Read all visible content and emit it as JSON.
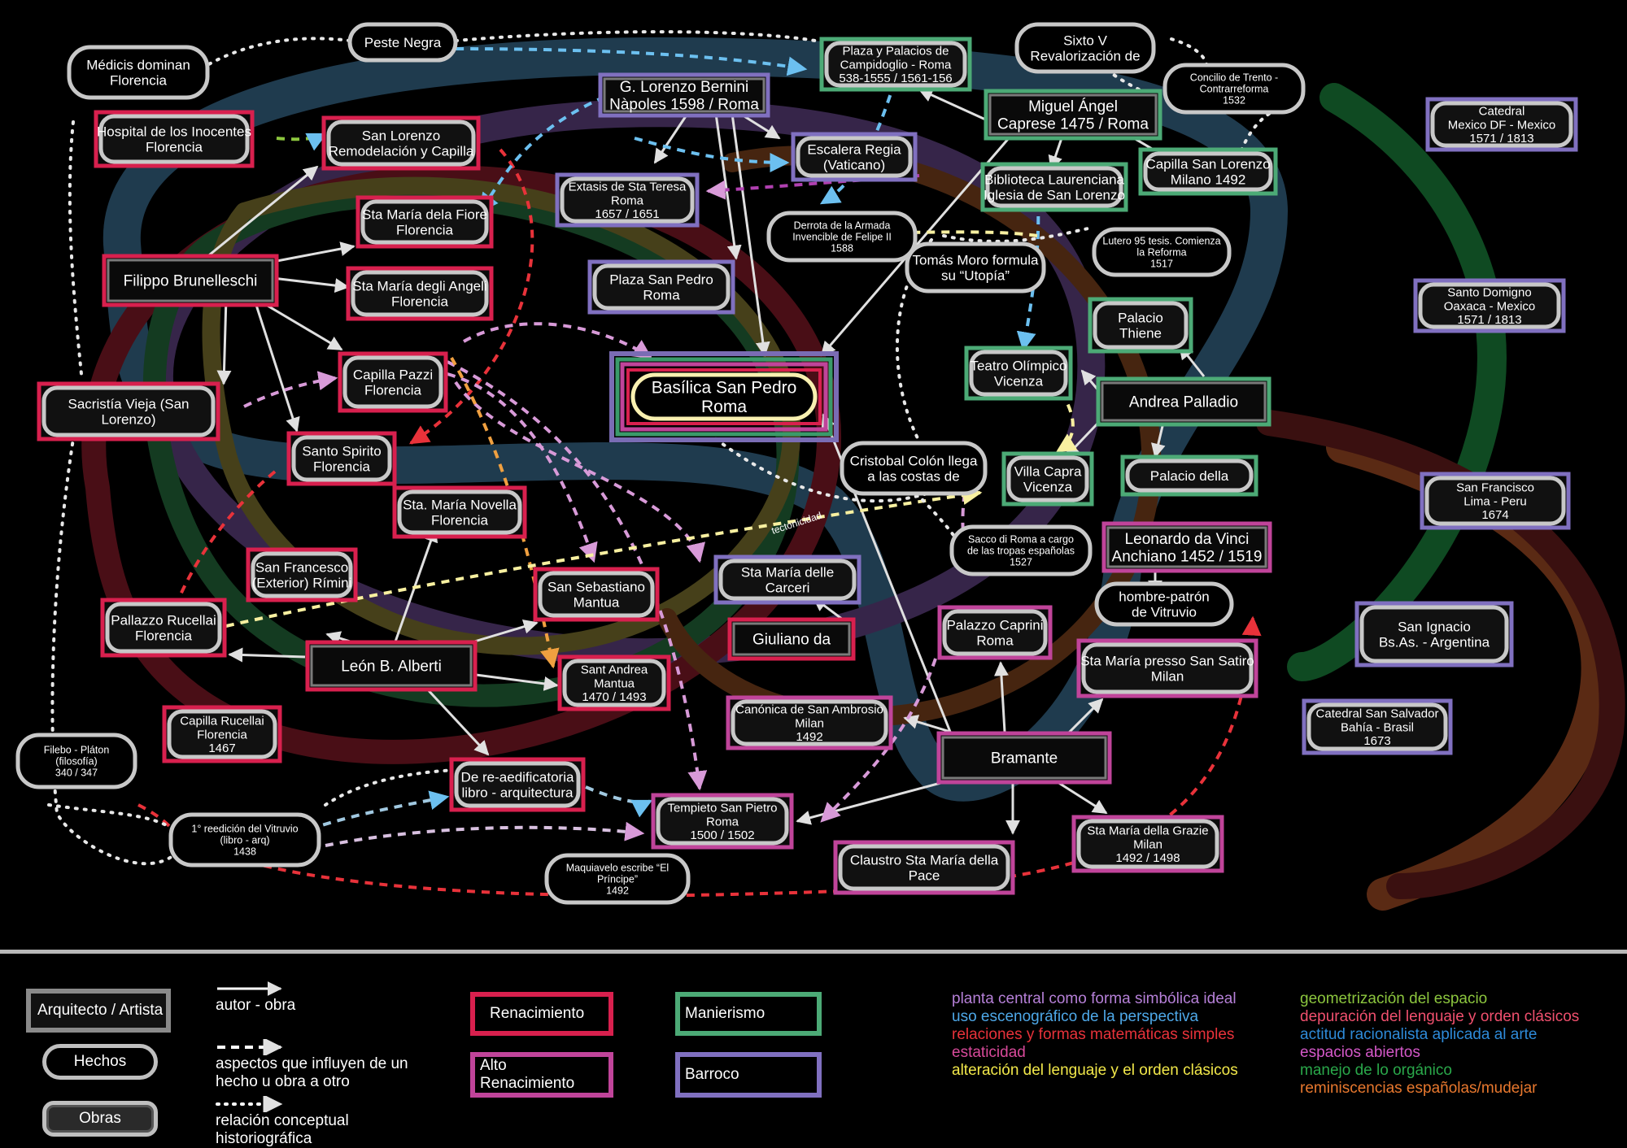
{
  "nodes": [
    {
      "id": "medicis",
      "label": "Médicis dominan\nFlorencia",
      "kind": "hecho"
    },
    {
      "id": "peste",
      "label": "Peste Negra",
      "kind": "hecho"
    },
    {
      "id": "plaza_palacios",
      "label": "Plaza y Palacios de\nCampidoglio - Roma\n538-1555 / 1561-156",
      "kind": "obra"
    },
    {
      "id": "sixto",
      "label": "Sixto V\nRevalorización de",
      "kind": "hecho"
    },
    {
      "id": "concilio",
      "label": "Concilio de Trento -\nContrarreforma\n1532",
      "kind": "hecho"
    },
    {
      "id": "hospital",
      "label": "Hospital de los Inocentes\nFlorencia",
      "kind": "obra"
    },
    {
      "id": "san_lorenzo",
      "label": "San Lorenzo\nRemodelación y Capilla",
      "kind": "obra"
    },
    {
      "id": "bernini",
      "label": "G. Lorenzo Bernini\nNàpoles 1598  /  Roma",
      "kind": "arquitecto"
    },
    {
      "id": "miguel",
      "label": "Miguel Ángel\nCaprese 1475  /  Roma",
      "kind": "arquitecto"
    },
    {
      "id": "escalera",
      "label": "Escalera Regia\n(Vaticano)",
      "kind": "obra"
    },
    {
      "id": "catedral_mx",
      "label": "Catedral\nMexico DF - Mexico\n1571 / 1813",
      "kind": "obra"
    },
    {
      "id": "capilla_sl",
      "label": "Capilla San Lorenzo\nMilano 1492",
      "kind": "obra"
    },
    {
      "id": "extasis",
      "label": "Extasis de Sta Teresa\nRoma\n1657 / 1651",
      "kind": "obra"
    },
    {
      "id": "biblioteca",
      "label": "Biblioteca Laurenciana\nIglesia de San Lorenzo",
      "kind": "obra"
    },
    {
      "id": "sta_fiore",
      "label": "Sta María dela Fiore\nFlorencia",
      "kind": "obra"
    },
    {
      "id": "derrota",
      "label": "Derrota de la Armada\nInvencible de Felipe II\n1588",
      "kind": "hecho"
    },
    {
      "id": "lutero",
      "label": "Lutero 95 tesis. Comienza\nla Reforma\n1517",
      "kind": "hecho"
    },
    {
      "id": "brunelleschi",
      "label": "Filippo Brunelleschi",
      "kind": "arquitecto"
    },
    {
      "id": "sta_angeli",
      "label": "Sta María degli Angeli\nFlorencia",
      "kind": "obra"
    },
    {
      "id": "plaza_sp",
      "label": "Plaza San Pedro\nRoma",
      "kind": "obra"
    },
    {
      "id": "tomas",
      "label": "Tomás Moro formula\nsu “Utopía”",
      "kind": "hecho"
    },
    {
      "id": "santo_domingo",
      "label": "Santo Domigno\nOaxaca - Mexico\n1571 / 1813",
      "kind": "obra"
    },
    {
      "id": "palacio_thiene",
      "label": "Palacio\nThiene",
      "kind": "obra"
    },
    {
      "id": "sacristia",
      "label": "Sacristía Vieja (San\nLorenzo)",
      "kind": "obra"
    },
    {
      "id": "capilla_pazzi",
      "label": "Capilla Pazzi\nFlorencia",
      "kind": "obra"
    },
    {
      "id": "basilica",
      "label": "Basílica San Pedro\nRoma",
      "kind": "obra"
    },
    {
      "id": "teatro",
      "label": "Teatro Olímpico\nVicenza",
      "kind": "obra"
    },
    {
      "id": "palladio",
      "label": "Andrea Palladio",
      "kind": "arquitecto"
    },
    {
      "id": "santo_spirito",
      "label": "Santo Spirito\nFlorencia",
      "kind": "obra"
    },
    {
      "id": "cristobal",
      "label": "Cristobal Colón llega\na las costas de",
      "kind": "hecho"
    },
    {
      "id": "villa_capra",
      "label": "Villa Capra\nVicenza",
      "kind": "obra"
    },
    {
      "id": "palacio_della",
      "label": "Palacio della",
      "kind": "obra"
    },
    {
      "id": "san_francisco_lima",
      "label": "San Francisco\nLima - Peru\n1674",
      "kind": "obra"
    },
    {
      "id": "sta_novella",
      "label": "Sta. María Novella\nFlorencia",
      "kind": "obra"
    },
    {
      "id": "sacco",
      "label": "Sacco di Roma a cargo\nde las tropas españolas\n1527",
      "kind": "hecho"
    },
    {
      "id": "leonardo",
      "label": "Leonardo da Vinci\nAnchiano 1452  /  1519",
      "kind": "arquitecto"
    },
    {
      "id": "san_francesco",
      "label": "San Francesco\n(Exterior) Rímini",
      "kind": "obra"
    },
    {
      "id": "san_sebastiano",
      "label": "San Sebastiano\nMantua",
      "kind": "obra"
    },
    {
      "id": "sta_carceri",
      "label": "Sta María delle\nCarceri",
      "kind": "obra"
    },
    {
      "id": "hombre",
      "label": "hombre-patrón\nde Vitruvio",
      "kind": "hecho"
    },
    {
      "id": "pallazzo_rucellai",
      "label": "Pallazzo Rucellai\nFlorencia",
      "kind": "obra"
    },
    {
      "id": "giuliano",
      "label": "Giuliano da",
      "kind": "arquitecto"
    },
    {
      "id": "palazzo_caprini",
      "label": "Palazzo Caprini\nRoma",
      "kind": "obra"
    },
    {
      "id": "san_ignacio",
      "label": "San Ignacio\nBs.As. - Argentina",
      "kind": "obra"
    },
    {
      "id": "alberti",
      "label": "León B. Alberti",
      "kind": "arquitecto"
    },
    {
      "id": "sant_andrea",
      "label": "Sant  Andrea\nMantua\n1470 / 1493",
      "kind": "obra"
    },
    {
      "id": "sta_satiro",
      "label": "Sta María presso San Satiro\nMilan",
      "kind": "obra"
    },
    {
      "id": "capilla_rucellai",
      "label": "Capilla Rucellai\nFlorencia\n1467",
      "kind": "obra"
    },
    {
      "id": "canonica",
      "label": "Canónica de San Ambrosio\nMilan\n1492",
      "kind": "obra"
    },
    {
      "id": "catedral_salvador",
      "label": "Catedral San Salvador\nBahía - Brasil\n1673",
      "kind": "obra"
    },
    {
      "id": "filebo",
      "label": "Filebo - Pláton\n(filosofía)\n340 / 347",
      "kind": "hecho"
    },
    {
      "id": "bramante",
      "label": "Bramante",
      "kind": "arquitecto"
    },
    {
      "id": "reaedificatoria",
      "label": "De re-aedificatoria\nlibro - arquitectura",
      "kind": "obra"
    },
    {
      "id": "tempieto",
      "label": "Tempieto San Pietro\nRoma\n1500 / 1502",
      "kind": "obra"
    },
    {
      "id": "vitruvio",
      "label": "1° reedición del Vitruvio\n(libro - arq)\n1438",
      "kind": "hecho"
    },
    {
      "id": "claustro",
      "label": "Claustro Sta María della\nPace",
      "kind": "obra"
    },
    {
      "id": "sta_grazie",
      "label": "Sta María della Grazie\nMilan\n1492 / 1498",
      "kind": "obra"
    },
    {
      "id": "maquiavelo",
      "label": "Maquiavelo escribe “El\nPríncipe”\n1492",
      "kind": "hecho"
    }
  ],
  "annotations": {
    "tectonicidad": "tectonicidad"
  },
  "colors": {
    "renacimiento": "#d8204e",
    "alto": "#c0449a",
    "manierismo": "#4caa76",
    "barroco": "#8070c0",
    "node_border": "#c8c8c8"
  },
  "legend": {
    "shapes": {
      "arquitecto": "Arquitecto / Artista",
      "hechos": "Hechos",
      "obras": "Obras"
    },
    "lines": {
      "autor": "autor - obra",
      "aspectos": "aspectos que influyen de un\nhecho u obra a otro",
      "relacion": "relación conceptual\nhistoriográfica"
    },
    "periods": {
      "renacimiento": "Renacimiento",
      "alto": "Alto\nRenacimiento",
      "manierismo": "Manierismo",
      "barroco": "Barroco"
    },
    "categories_left": [
      {
        "label": "planta central como forma simbólica ideal",
        "color": "#b680d8"
      },
      {
        "label": "uso escenográfico de la perspectiva",
        "color": "#4ea8e8"
      },
      {
        "label": "relaciones y formas matemáticas simples",
        "color": "#e8323a"
      },
      {
        "label": "estaticidad",
        "color": "#d84a9a"
      },
      {
        "label": "alteración del lenguaje y el orden clásicos",
        "color": "#f2e84a"
      }
    ],
    "categories_right": [
      {
        "label": "geometrización del espacio",
        "color": "#8cc63e"
      },
      {
        "label": "depuración del lenguaje y orden clásicos",
        "color": "#f0506e"
      },
      {
        "label": "actitud racionalista aplicada al arte",
        "color": "#2e8ad8"
      },
      {
        "label": "espacios abiertos",
        "color": "#d458c8"
      },
      {
        "label": "manejo de lo orgánico",
        "color": "#2aa84a"
      },
      {
        "label": "reminiscencias españolas/mudejar",
        "color": "#e8782e"
      }
    ]
  }
}
